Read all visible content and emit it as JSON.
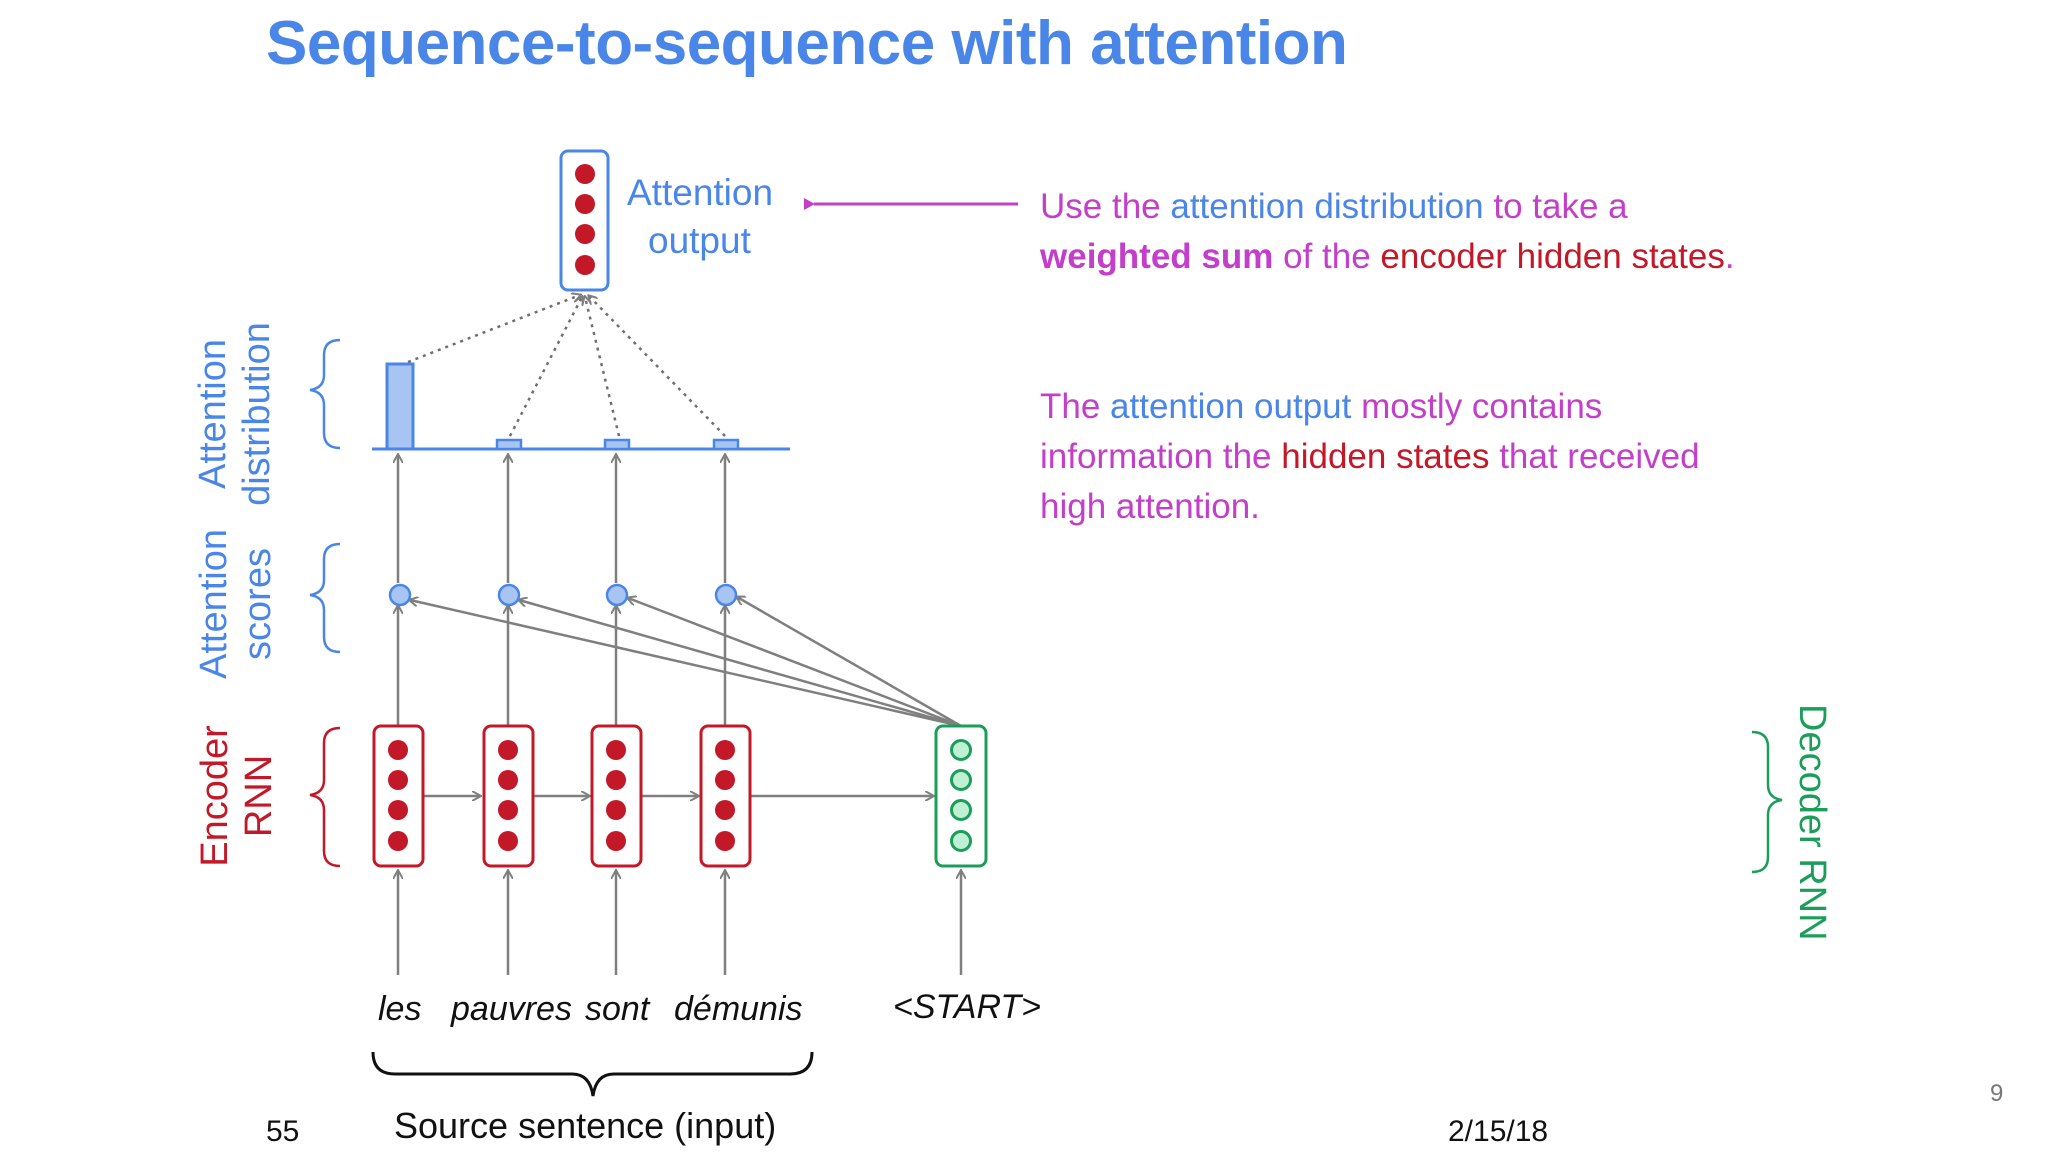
{
  "title": "Sequence-to-sequence with attention",
  "labels": {
    "attention_output_line1": "Attention",
    "attention_output_line2": "output",
    "attention_distribution_line1": "Attention",
    "attention_distribution_line2": "distribution",
    "attention_scores_line1": "Attention",
    "attention_scores_line2": "scores",
    "encoder_rnn_line1": "Encoder",
    "encoder_rnn_line2": "RNN",
    "decoder_rnn": "Decoder RNN",
    "source_sentence": "Source sentence (input)"
  },
  "words": {
    "w1": "les",
    "w2": "pauvres",
    "w3": "sont",
    "w4": "démunis",
    "start": "<START>"
  },
  "annotation1": {
    "p1": "Use the ",
    "p2": "attention distribution",
    "p3": " to take a ",
    "p4": "weighted sum",
    "p5": " of the ",
    "p6": "encoder hidden states",
    "p7": "."
  },
  "annotation2": {
    "p1": "The ",
    "p2": "attention output",
    "p3": " mostly contains information the ",
    "p4": "hidden states",
    "p5": " that received high attention."
  },
  "footer": {
    "left_number": "55",
    "date": "2/15/18",
    "page_number": "9"
  },
  "colors": {
    "title_blue": "#4a86e8",
    "encoder_red": "#c21827",
    "decoder_green": "#1b9e5a",
    "annotation_magenta": "#c33fc9"
  }
}
